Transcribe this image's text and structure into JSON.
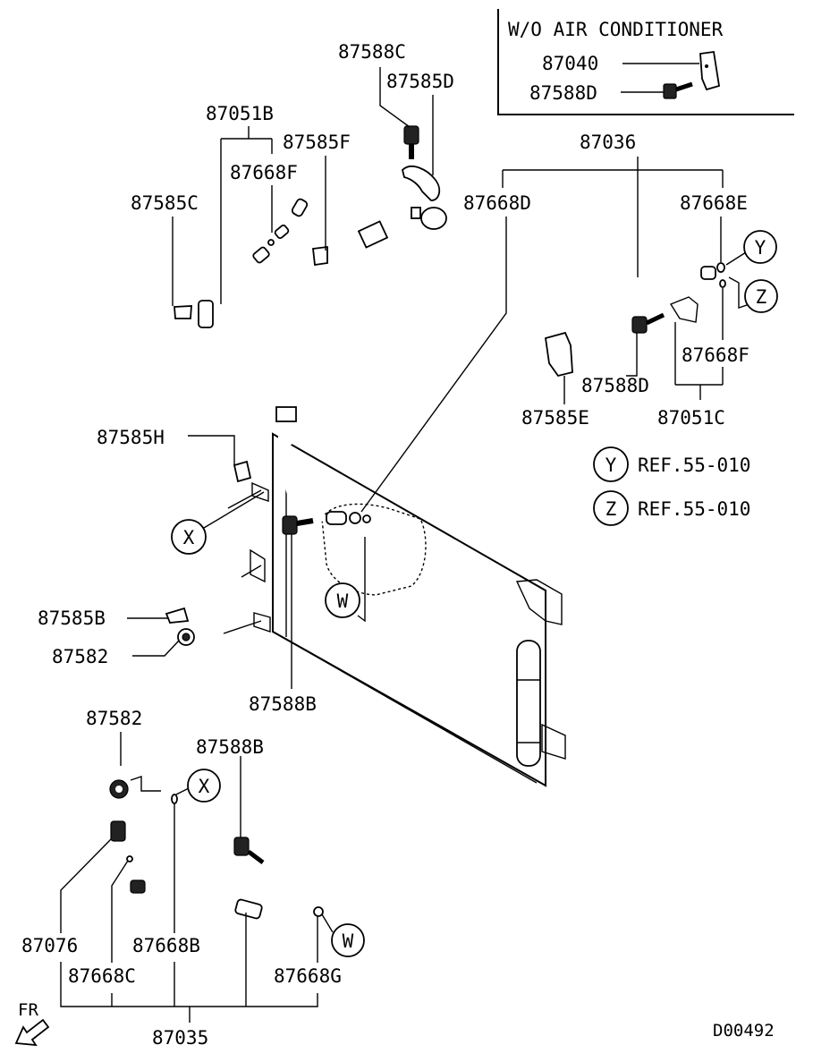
{
  "inset": {
    "title": "W/O AIR CONDITIONER",
    "parts": [
      "87040",
      "87588D"
    ]
  },
  "labels": {
    "p87588C": "87588C",
    "p87585D": "87585D",
    "p87051B": "87051B",
    "p87585F": "87585F",
    "p87668F_a": "87668F",
    "p87585C": "87585C",
    "p87036": "87036",
    "p87668D": "87668D",
    "p87668E": "87668E",
    "p87668F_b": "87668F",
    "p87588D": "87588D",
    "p87585E": "87585E",
    "p87051C": "87051C",
    "p87585H": "87585H",
    "p87585B": "87585B",
    "p87582_a": "87582",
    "p87588B_a": "87588B",
    "p87582_b": "87582",
    "p87588B_b": "87588B",
    "p87076": "87076",
    "p87668B": "87668B",
    "p87668C": "87668C",
    "p87668G": "87668G",
    "p87035": "87035"
  },
  "callouts": {
    "X": "X",
    "W": "W",
    "Y": "Y",
    "Z": "Z"
  },
  "references": [
    {
      "key": "Y",
      "text": "REF.55-010"
    },
    {
      "key": "Z",
      "text": "REF.55-010"
    }
  ],
  "front_marker": "FR",
  "diagram_code": "D00492"
}
